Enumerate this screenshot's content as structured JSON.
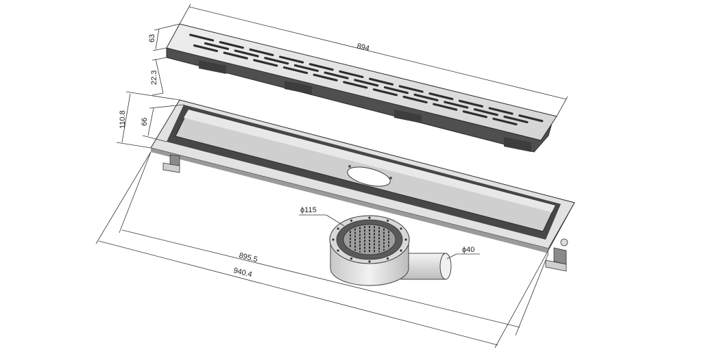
{
  "dimensions": {
    "grate_length": "894",
    "grate_width": "63",
    "grate_height": "22.3",
    "channel_outer_width": "110.8",
    "channel_inner_width": "66",
    "channel_length": "895.5",
    "overall_length": "940.4",
    "trap_diameter": "ϕ115",
    "outlet_diameter": "ϕ40"
  },
  "colors": {
    "steel_light": "#e6e6e6",
    "steel_mid": "#c9c9c9",
    "steel_dark": "#5a5a5a",
    "slot": "#3a3a3a",
    "line": "#333333"
  }
}
